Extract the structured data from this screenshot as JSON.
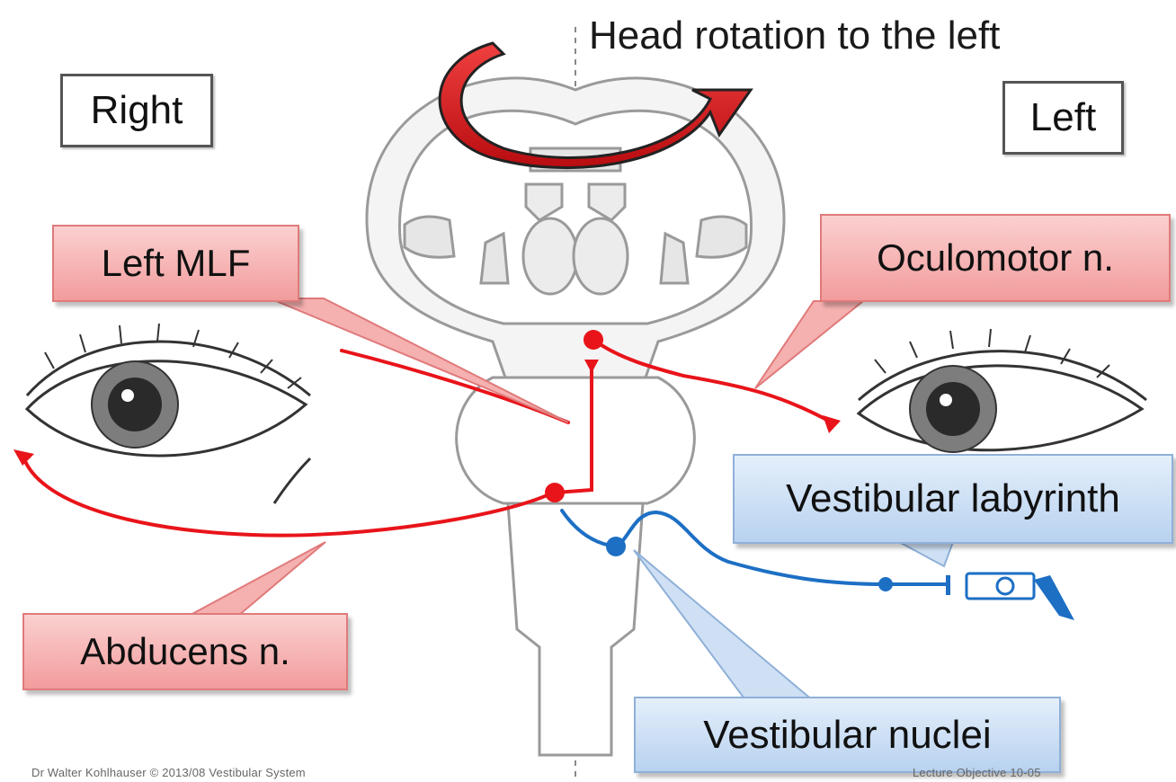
{
  "header": {
    "title": "Head rotation to the left"
  },
  "sides": {
    "right": "Right",
    "left": "Left"
  },
  "callouts": {
    "left_mlf": "Left MLF",
    "oculomotor": "Oculomotor n.",
    "abducens": "Abducens n.",
    "vestibular_labyrinth": "Vestibular labyrinth",
    "vestibular_nuclei": "Vestibular nuclei"
  },
  "footer": {
    "left": "Dr Walter Kohlhauser © 2013/08 Vestibular System",
    "right": "Lecture Objective 10-05"
  },
  "colors": {
    "excitatory_path": "#e8141a",
    "vestibular_path": "#1d6fc4",
    "brainstem_outline": "#9a9a9a",
    "rotation_arrow": "#e0161c"
  }
}
